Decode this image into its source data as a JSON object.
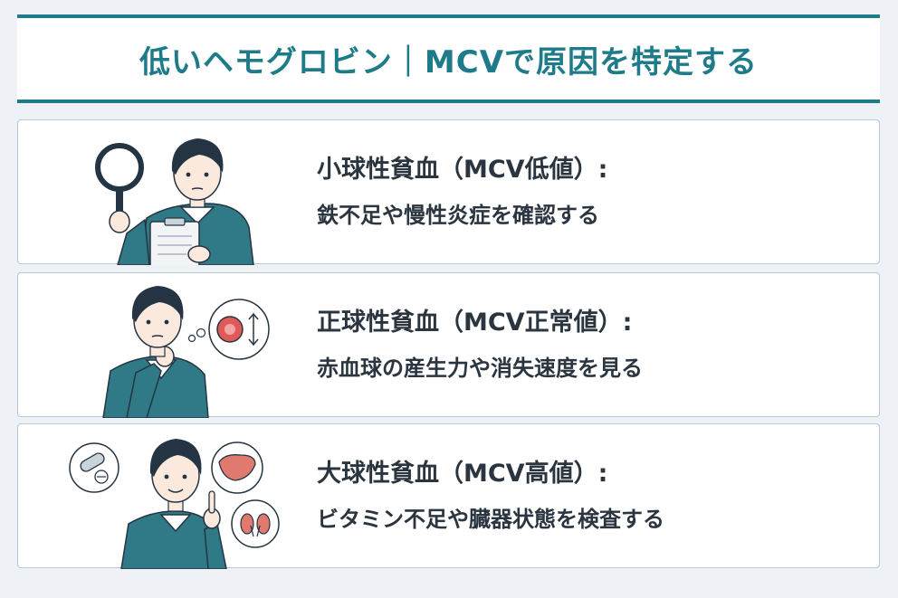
{
  "title": "低いヘモグロビン｜MCVで原因を特定する",
  "cards": [
    {
      "heading": "小球性貧血（MCV低値）:",
      "desc": "鉄不足や慢性炎症を確認する",
      "illustration": "person-with-magnifier-and-clipboard"
    },
    {
      "heading": "正球性貧血（MCV正常値）:",
      "desc": "赤血球の産生力や消失速度を見る",
      "illustration": "thinking-person-with-red-blood-cell-bubble"
    },
    {
      "heading": "大球性貧血（MCV高値）:",
      "desc": "ビタミン不足や臓器状態を検査する",
      "illustration": "person-pointing-with-pill-liver-kidney-bubbles"
    }
  ],
  "colors": {
    "accent": "#1e7b8a",
    "sweater": "#2f7a86",
    "hair": "#253442",
    "skin": "#fbe9dd",
    "blood_red": "#e15a5a",
    "organ_red": "#e07a6e"
  }
}
